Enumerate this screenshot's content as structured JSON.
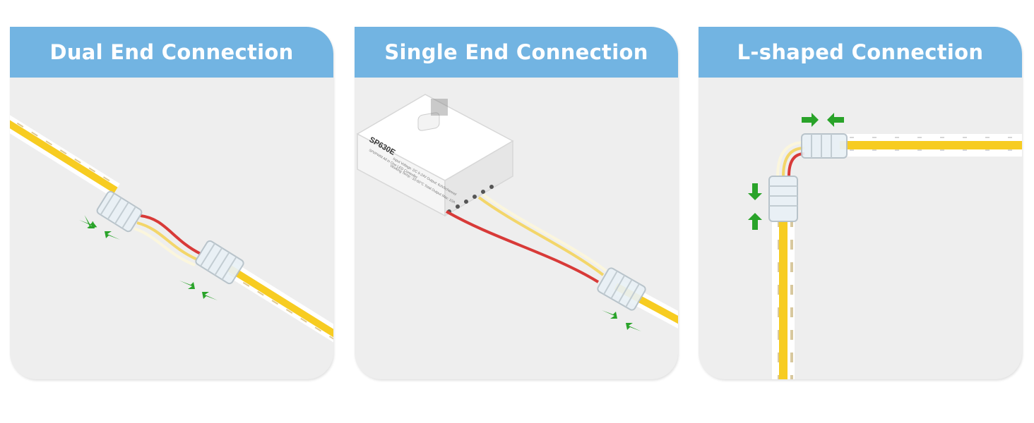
{
  "panels": [
    {
      "title": "Dual End Connection"
    },
    {
      "title": "Single End Connection"
    },
    {
      "title": "L-shaped Connection"
    }
  ],
  "controller": {
    "model": "SP630E",
    "subtitle": "SPI/PWM All in One LED Controller",
    "spec_line_1": "Input Voltage: DC 5-24V   Output: 6ch/5channel",
    "spec_line_2": "Working Temp: -10-60°C   Total Output Max: 10A"
  },
  "colors": {
    "header": "#72b4e2",
    "panel_bg": "#eeeeee",
    "strip_yellow": "#f7cc21",
    "wire_red": "#d83a38",
    "wire_yellow": "#f3d66a",
    "arrow_green": "#29a329"
  }
}
